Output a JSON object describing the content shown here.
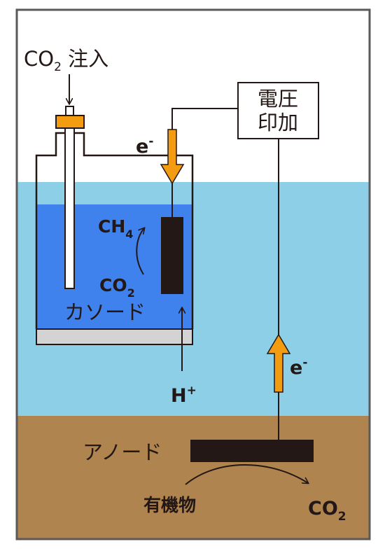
{
  "labels": {
    "co2_injection_main": "CO",
    "co2_injection_sub": "2",
    "co2_injection_suffix": " 注入",
    "voltage_line1": "電圧",
    "voltage_line2": "印加",
    "electron_top_main": "e",
    "electron_top_sup": "-",
    "ch4_main": "CH",
    "ch4_sub": "4",
    "co2_cathode_main": "CO",
    "co2_cathode_sub": "2",
    "cathode": "カソード",
    "proton_main": "H",
    "proton_sup": "+",
    "electron_right_main": "e",
    "electron_right_sup": "-",
    "anode": "アノード",
    "organic_matter": "有機物",
    "co2_anode_main": "CO",
    "co2_anode_sub": "2"
  },
  "colors": {
    "frame": "#5a5a5a",
    "sky": "#ffffff",
    "water": "#8ecfe8",
    "sediment": "#b0844f",
    "cathode_solution": "#3f82ee",
    "cell_bottom_plate": "#d3d3d3",
    "electrode": "#231815",
    "electron_arrow": "#f39c12",
    "line": "#231815"
  }
}
